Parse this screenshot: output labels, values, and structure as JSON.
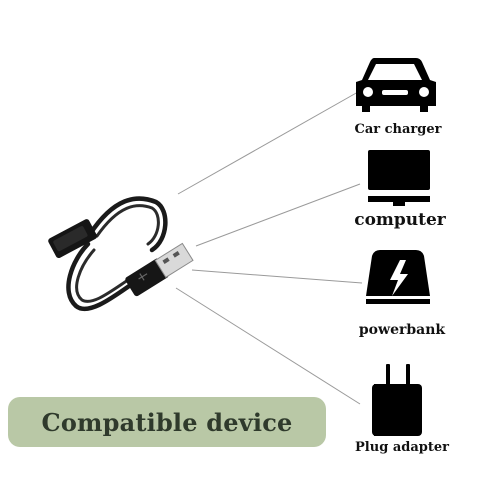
{
  "devices": {
    "car_charger": {
      "label": "Car charger",
      "icon": "car-icon"
    },
    "computer": {
      "label": "computer",
      "icon": "monitor-icon"
    },
    "powerbank": {
      "label": "powerbank",
      "icon": "powerbank-icon"
    },
    "plug_adapter": {
      "label": "Plug adapter",
      "icon": "plug-icon"
    }
  },
  "badge": {
    "text": "Compatible device",
    "background": "#b9c8a6",
    "text_color": "#2f3a2c"
  },
  "colors": {
    "icon": "#000000",
    "connector_lines": "#9a9a9a",
    "cable": "#1a1a1a"
  }
}
